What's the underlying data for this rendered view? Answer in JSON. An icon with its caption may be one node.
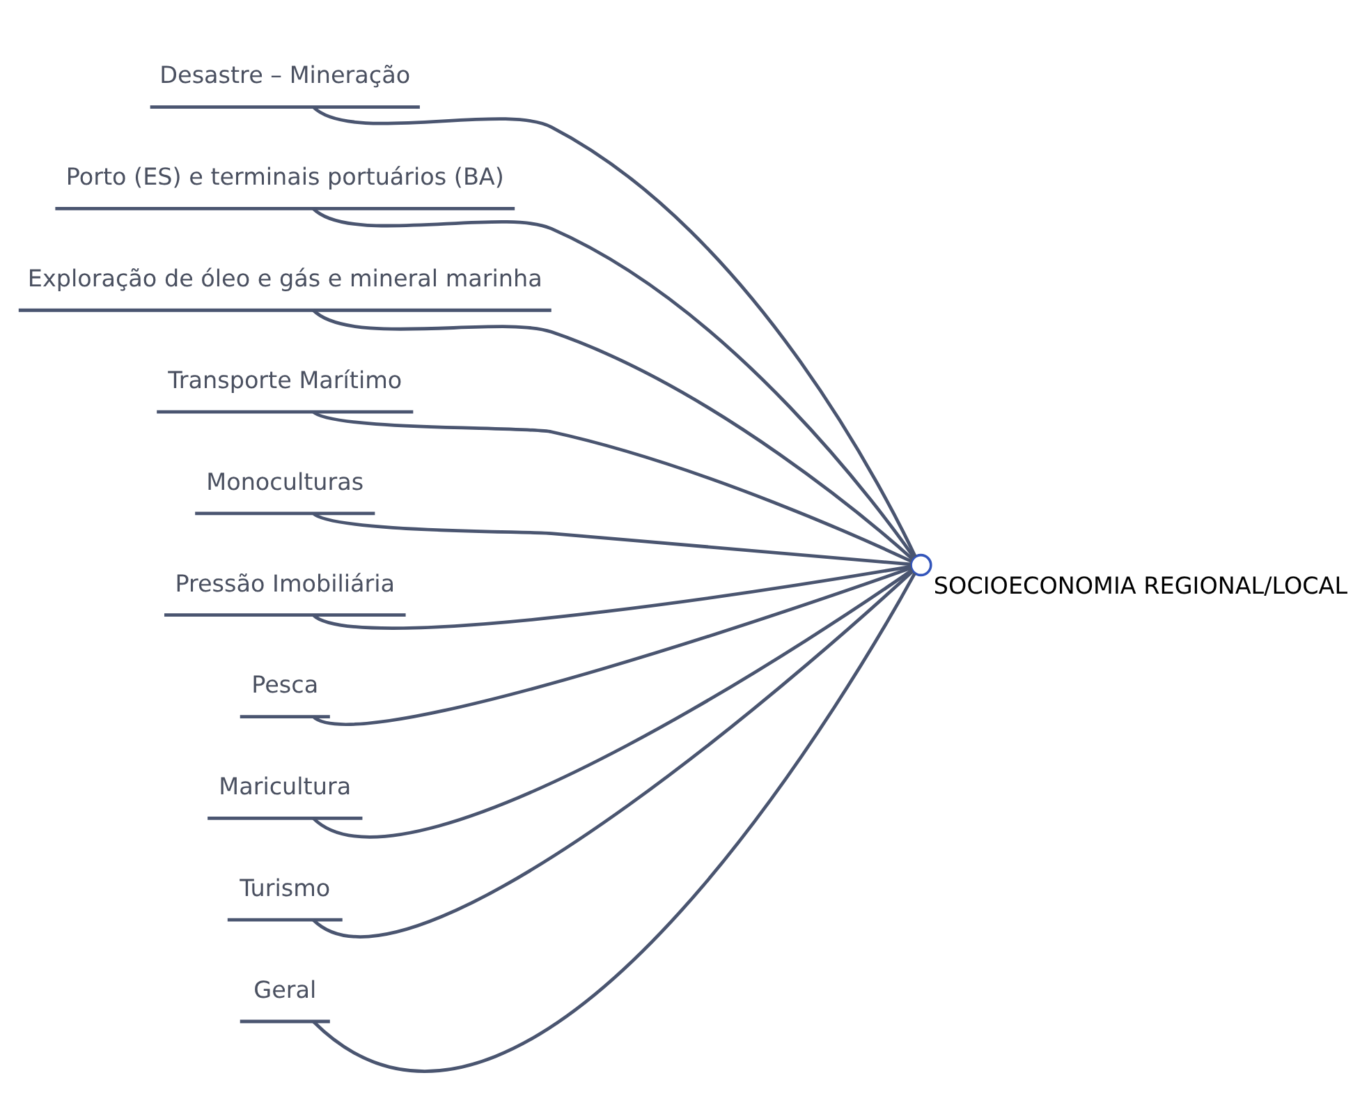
{
  "diagram": {
    "nodes": [
      {
        "text": [
          "SOCIOECONOMIA REGIONAL/LOCAL"
        ]
      },
      {
        "text": [
          "Desastre – Mineração"
        ]
      },
      {
        "text": [
          "Porto (ES) e terminais portuários (BA)"
        ]
      },
      {
        "text": [
          "Exploração de óleo e gás e mineral marinha"
        ]
      },
      {
        "text": [
          "Transporte Marítimo"
        ]
      },
      {
        "text": [
          "Monoculturas"
        ]
      },
      {
        "text": [
          "Pressão Imobiliária"
        ]
      },
      {
        "text": [
          "Pesca"
        ]
      },
      {
        "text": [
          "Maricultura"
        ]
      },
      {
        "text": [
          "Turismo"
        ]
      },
      {
        "text": [
          "Geral"
        ]
      }
    ],
    "edges": [
      {
        "from": 0,
        "to": 1,
        "arrow": "none"
      },
      {
        "from": 0,
        "to": 2,
        "arrow": "none"
      },
      {
        "from": 0,
        "to": 3,
        "arrow": "none"
      },
      {
        "from": 0,
        "to": 4,
        "arrow": "none"
      },
      {
        "from": 0,
        "to": 5,
        "arrow": "none"
      },
      {
        "from": 0,
        "to": 6,
        "arrow": "none"
      },
      {
        "from": 0,
        "to": 7,
        "arrow": "none"
      },
      {
        "from": 0,
        "to": 8,
        "arrow": "none"
      },
      {
        "from": 0,
        "to": 9,
        "arrow": "none"
      },
      {
        "from": 0,
        "to": 10,
        "arrow": "none"
      }
    ]
  }
}
